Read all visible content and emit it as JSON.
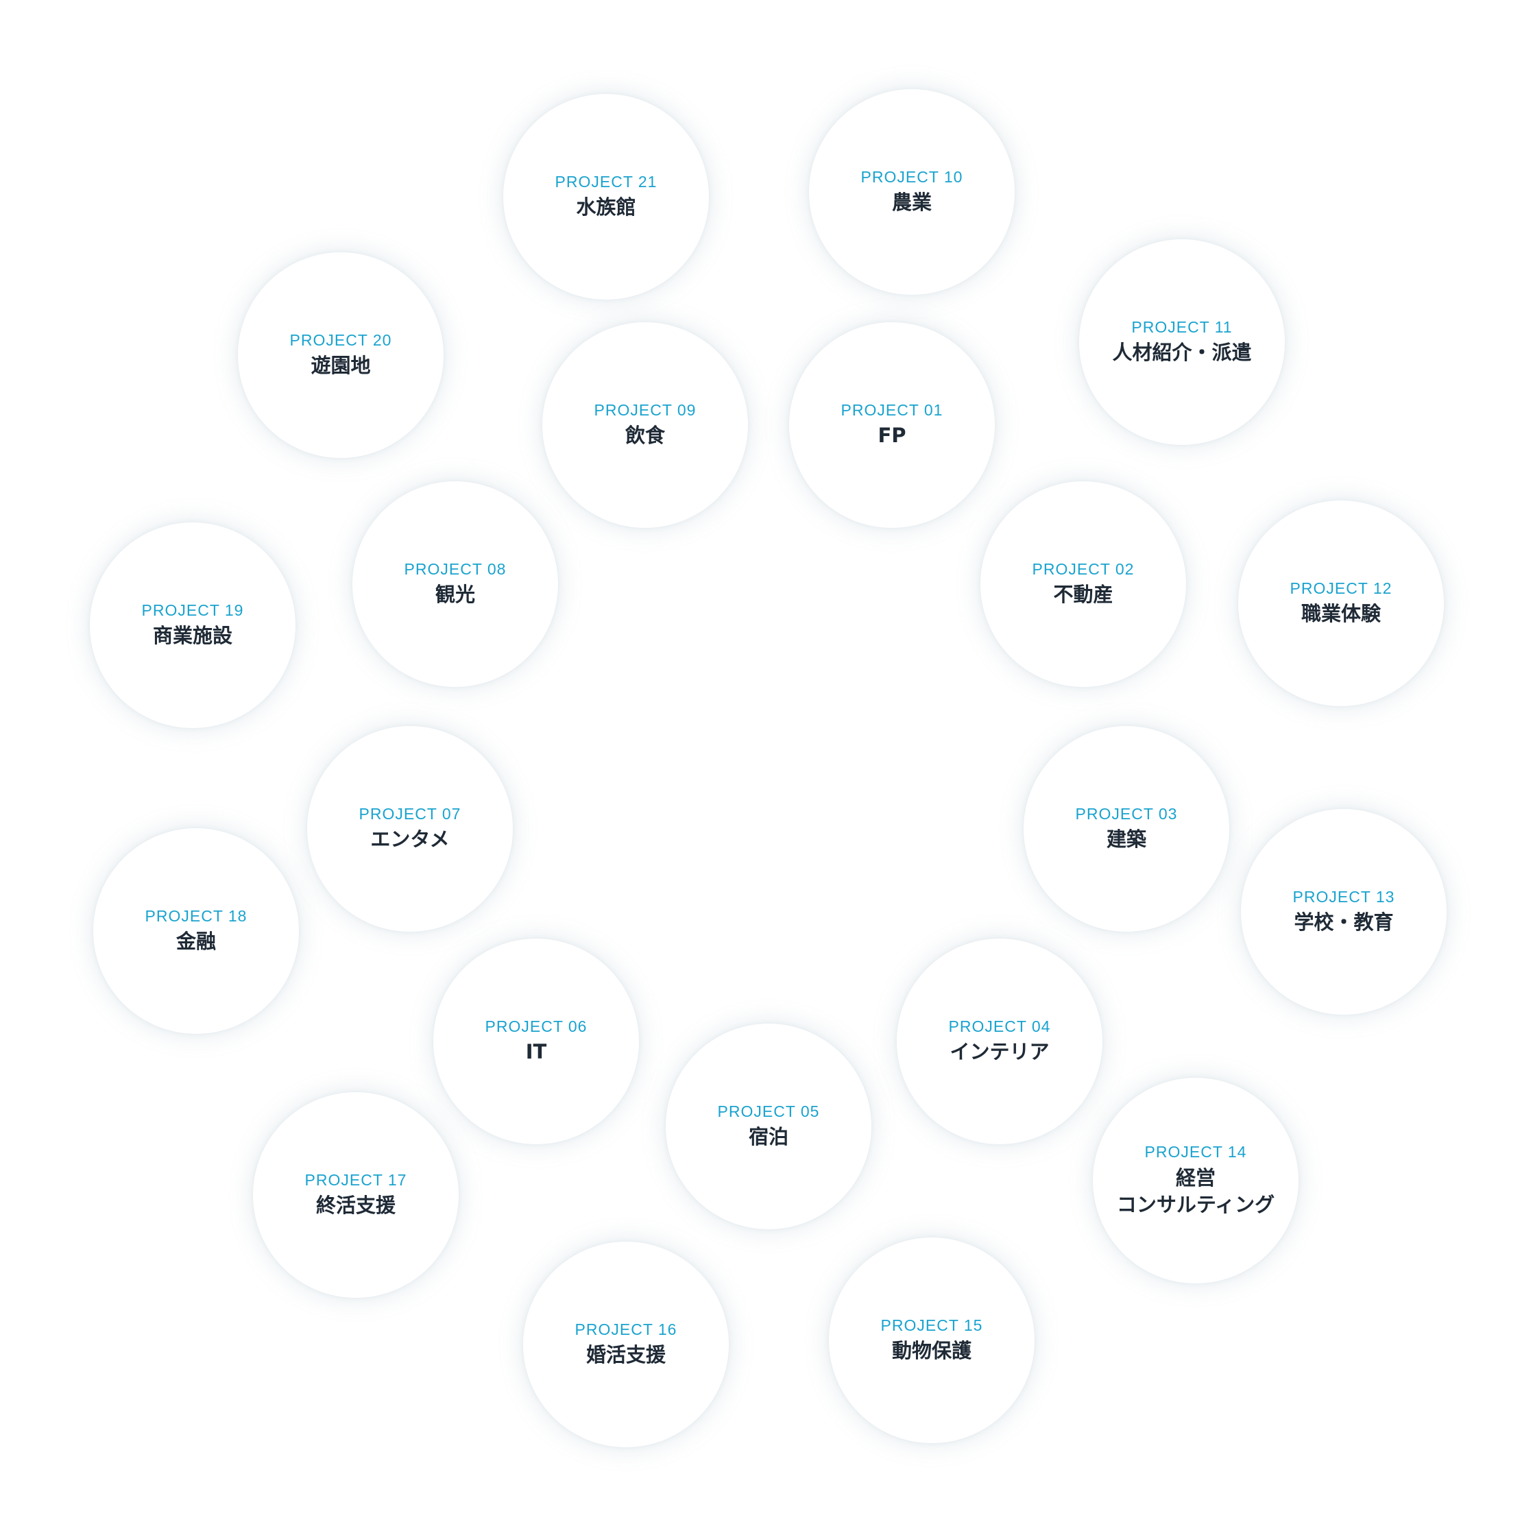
{
  "projects": [
    {
      "code": "PROJECT 01",
      "name": "FP"
    },
    {
      "code": "PROJECT 02",
      "name": "不動産"
    },
    {
      "code": "PROJECT 03",
      "name": "建築"
    },
    {
      "code": "PROJECT 04",
      "name": "インテリア"
    },
    {
      "code": "PROJECT 05",
      "name": "宿泊"
    },
    {
      "code": "PROJECT 06",
      "name": "IT"
    },
    {
      "code": "PROJECT 07",
      "name": "エンタメ"
    },
    {
      "code": "PROJECT 08",
      "name": "観光"
    },
    {
      "code": "PROJECT 09",
      "name": "飲食"
    },
    {
      "code": "PROJECT 10",
      "name": "農業"
    },
    {
      "code": "PROJECT 11",
      "name": "人材紹介・派遣"
    },
    {
      "code": "PROJECT 12",
      "name": "職業体験"
    },
    {
      "code": "PROJECT 13",
      "name": "学校・教育"
    },
    {
      "code": "PROJECT 14",
      "name": "経営\nコンサルティング"
    },
    {
      "code": "PROJECT 15",
      "name": "動物保護"
    },
    {
      "code": "PROJECT 16",
      "name": "婚活支援"
    },
    {
      "code": "PROJECT 17",
      "name": "終活支援"
    },
    {
      "code": "PROJECT 18",
      "name": "金融"
    },
    {
      "code": "PROJECT 19",
      "name": "商業施設"
    },
    {
      "code": "PROJECT 20",
      "name": "遊園地"
    },
    {
      "code": "PROJECT 21",
      "name": "水族館"
    }
  ]
}
